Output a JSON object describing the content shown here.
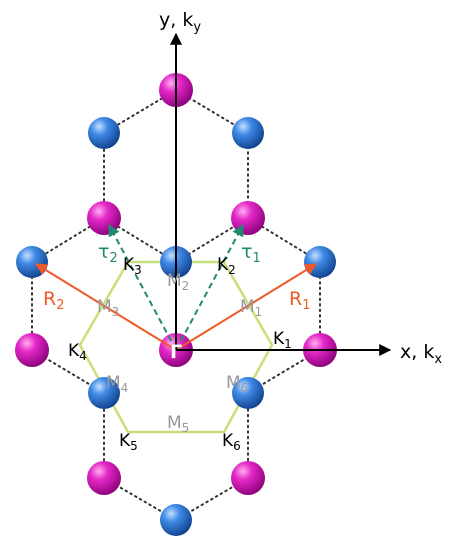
{
  "axes": {
    "x_label": "x, k",
    "x_sub": "x",
    "y_label": "y, k",
    "y_sub": "y"
  },
  "colors": {
    "pink_atom": "#e020c0",
    "blue_atom": "#3a86e0",
    "bz_line": "#c8e07a",
    "R_arrow": "#f05a28",
    "tau_arrow": "#1f8a70",
    "M_label": "#9a9a9a",
    "axis": "#000000"
  },
  "gamma": "Γ",
  "labels_M": [
    {
      "base": "M",
      "sub": "1"
    },
    {
      "base": "M",
      "sub": "2"
    },
    {
      "base": "M",
      "sub": "3"
    },
    {
      "base": "M",
      "sub": "4"
    },
    {
      "base": "M",
      "sub": "5"
    },
    {
      "base": "M",
      "sub": "6"
    }
  ],
  "labels_K": [
    {
      "base": "K",
      "sub": "1"
    },
    {
      "base": "K",
      "sub": "2"
    },
    {
      "base": "K",
      "sub": "3"
    },
    {
      "base": "K",
      "sub": "4"
    },
    {
      "base": "K",
      "sub": "5"
    },
    {
      "base": "K",
      "sub": "6"
    }
  ],
  "vectors": {
    "R1": {
      "base": "R",
      "sub": "1"
    },
    "R2": {
      "base": "R",
      "sub": "2"
    },
    "tau1": {
      "base": "τ",
      "sub": "1"
    },
    "tau2": {
      "base": "τ",
      "sub": "2"
    }
  }
}
